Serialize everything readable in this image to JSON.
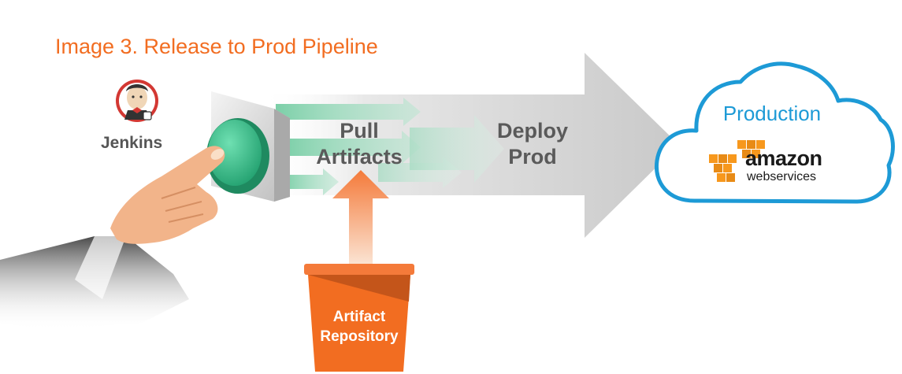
{
  "title": "Image 3. Release to Prod Pipeline",
  "jenkins": {
    "label": "Jenkins"
  },
  "stages": [
    {
      "line1": "Pull",
      "line2": "Artifacts"
    },
    {
      "line1": "Deploy",
      "line2": "Prod"
    }
  ],
  "production": {
    "label": "Production",
    "aws_word": "amazon",
    "aws_sub": "webservices"
  },
  "repository": {
    "line1": "Artifact",
    "line2": "Repository"
  },
  "colors": {
    "title": "#f26d21",
    "production": "#1d9ad6",
    "button": "#3dbf8e",
    "repository": "#f26d21",
    "aws_orange": "#f7981d",
    "arrow_gray": "#d9d9d9",
    "arrow_green": "#9ed9bd"
  }
}
